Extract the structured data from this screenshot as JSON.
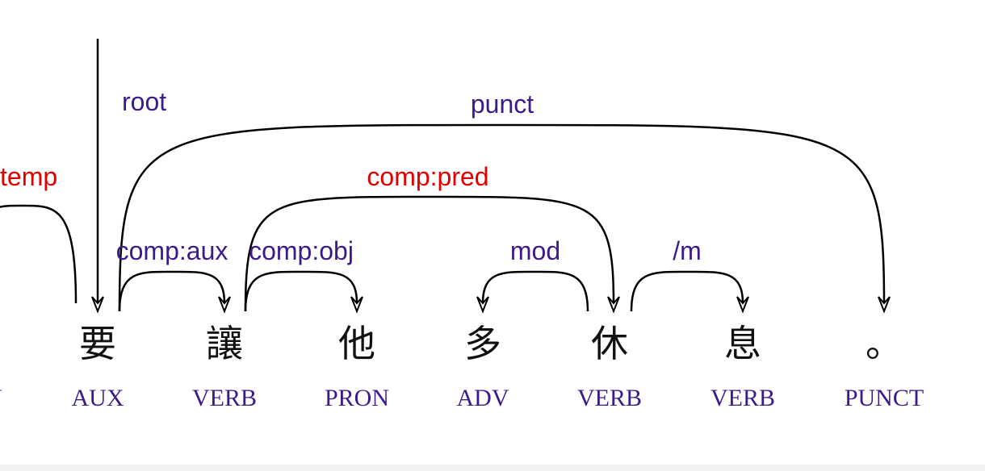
{
  "colors": {
    "arc": "#000000",
    "label_default": "#3d1a8c",
    "label_highlight": "#e00000",
    "word": "#111111",
    "pos": "#3d1a8c"
  },
  "tokens": [
    {
      "word": "",
      "pos": "N"
    },
    {
      "word": "要",
      "pos": "AUX"
    },
    {
      "word": "讓",
      "pos": "VERB"
    },
    {
      "word": "他",
      "pos": "PRON"
    },
    {
      "word": "多",
      "pos": "ADV"
    },
    {
      "word": "休",
      "pos": "VERB"
    },
    {
      "word": "息",
      "pos": "VERB"
    },
    {
      "word": "。",
      "pos": "PUNCT"
    }
  ],
  "root": {
    "to": 1,
    "label": "root"
  },
  "arcs": [
    {
      "from": 0,
      "to": 1,
      "label": "temp",
      "highlight": true
    },
    {
      "from": 1,
      "to": 2,
      "label": "comp:aux",
      "highlight": false
    },
    {
      "from": 2,
      "to": 3,
      "label": "comp:obj",
      "highlight": false
    },
    {
      "from": 2,
      "to": 5,
      "label": "comp:pred",
      "highlight": true
    },
    {
      "from": 5,
      "to": 4,
      "label": "mod",
      "highlight": false
    },
    {
      "from": 5,
      "to": 6,
      "label": "/m",
      "highlight": false
    },
    {
      "from": 1,
      "to": 7,
      "label": "punct",
      "highlight": false
    }
  ]
}
